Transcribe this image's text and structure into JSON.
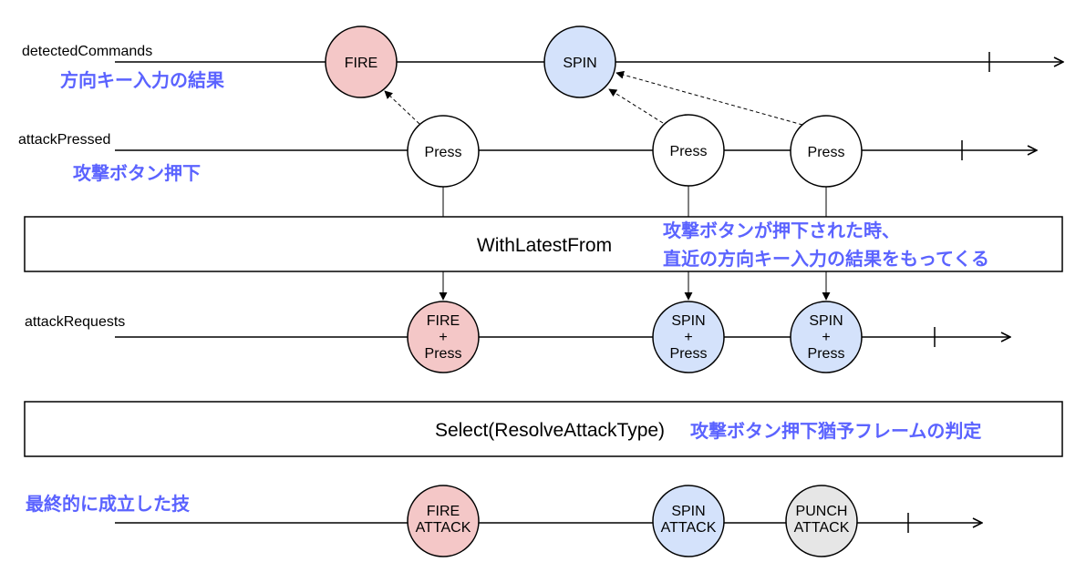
{
  "streams": [
    {
      "id": "detectedCommands",
      "label": "detectedCommands",
      "note": "方向キー入力の結果"
    },
    {
      "id": "attackPressed",
      "label": "attackPressed",
      "note": "攻撃ボタン押下"
    },
    {
      "id": "attackRequests",
      "label": "attackRequests",
      "note": ""
    },
    {
      "id": "result",
      "label": "",
      "note": "最終的に成立した技"
    }
  ],
  "nodes": {
    "detected": [
      {
        "lines": [
          "FIRE"
        ],
        "color": "#f4c7c7"
      },
      {
        "lines": [
          "SPIN"
        ],
        "color": "#d4e2fb"
      }
    ],
    "pressed": [
      {
        "lines": [
          "Press"
        ],
        "color": "#ffffff"
      },
      {
        "lines": [
          "Press"
        ],
        "color": "#ffffff"
      },
      {
        "lines": [
          "Press"
        ],
        "color": "#ffffff"
      }
    ],
    "requests": [
      {
        "lines": [
          "FIRE",
          "+",
          "Press"
        ],
        "color": "#f4c7c7"
      },
      {
        "lines": [
          "SPIN",
          "+",
          "Press"
        ],
        "color": "#d4e2fb"
      },
      {
        "lines": [
          "SPIN",
          "+",
          "Press"
        ],
        "color": "#d4e2fb"
      }
    ],
    "results": [
      {
        "lines": [
          "FIRE",
          "ATTACK"
        ],
        "color": "#f4c7c7"
      },
      {
        "lines": [
          "SPIN",
          "ATTACK"
        ],
        "color": "#d4e2fb"
      },
      {
        "lines": [
          "PUNCH",
          "ATTACK"
        ],
        "color": "#e6e6e6"
      }
    ]
  },
  "operators": {
    "withLatestFrom": {
      "label": "WithLatestFrom",
      "note_line1": "攻撃ボタンが押下された時、",
      "note_line2": "直近の方向キー入力の結果をもってくる"
    },
    "select": {
      "label": "Select(ResolveAttackType)",
      "note": "攻撃ボタン押下猶予フレームの判定"
    }
  },
  "colors": {
    "fire": "#f4c7c7",
    "spin": "#d4e2fb",
    "punch": "#e6e6e6",
    "press": "#ffffff",
    "note": "#5b63ff",
    "line": "#000000"
  }
}
